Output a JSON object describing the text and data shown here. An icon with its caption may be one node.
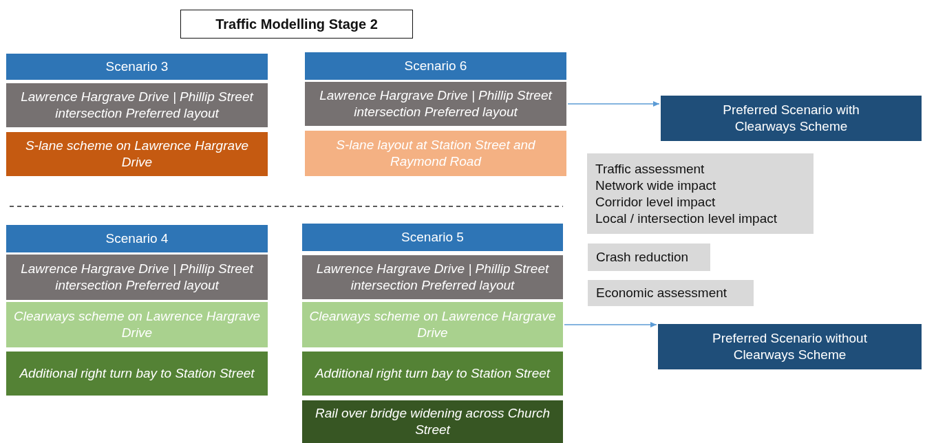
{
  "diagram": {
    "nodes": [
      {
        "text": [
          "Traffic Modelling Stage 2"
        ]
      },
      {
        "text": [
          "Scenario 3"
        ]
      },
      {
        "text": [
          "Lawrence Hargrave Drive | Phillip Street intersection Preferred layout"
        ]
      },
      {
        "text": [
          "S-lane scheme on Lawrence Hargrave Drive"
        ]
      },
      {
        "text": [
          "Scenario 6"
        ]
      },
      {
        "text": [
          "Lawrence Hargrave Drive | Phillip Street intersection Preferred layout"
        ]
      },
      {
        "text": [
          "S-lane layout at Station Street and Raymond Road"
        ]
      },
      {
        "text": [
          "Preferred Scenario with Clearways Scheme"
        ]
      },
      {
        "text": [
          "Traffic assessment",
          "Network wide impact",
          "Corridor level impact",
          "Local / intersection level impact"
        ]
      },
      {
        "text": [
          "Crash reduction"
        ]
      },
      {
        "text": [
          "Economic assessment"
        ]
      },
      {
        "text": [
          "Scenario 4"
        ]
      },
      {
        "text": [
          "Lawrence Hargrave Drive | Phillip Street intersection Preferred layout"
        ]
      },
      {
        "text": [
          "Clearways scheme on Lawrence Hargrave Drive"
        ]
      },
      {
        "text": [
          "Additional right turn bay to Station Street"
        ]
      },
      {
        "text": [
          "Scenario 5"
        ]
      },
      {
        "text": [
          "Lawrence Hargrave Drive | Phillip Street intersection Preferred layout"
        ]
      },
      {
        "text": [
          "Clearways scheme on Lawrence Hargrave Drive"
        ]
      },
      {
        "text": [
          "Additional right turn bay to Station Street"
        ]
      },
      {
        "text": [
          "Rail over bridge widening across Church Street"
        ]
      },
      {
        "text": [
          "Preferred Scenario without Clearways Scheme"
        ]
      }
    ],
    "edges": [
      {
        "from": 5,
        "to": 7,
        "arrow": "to"
      },
      {
        "from": 17,
        "to": 20,
        "arrow": "to"
      }
    ]
  }
}
